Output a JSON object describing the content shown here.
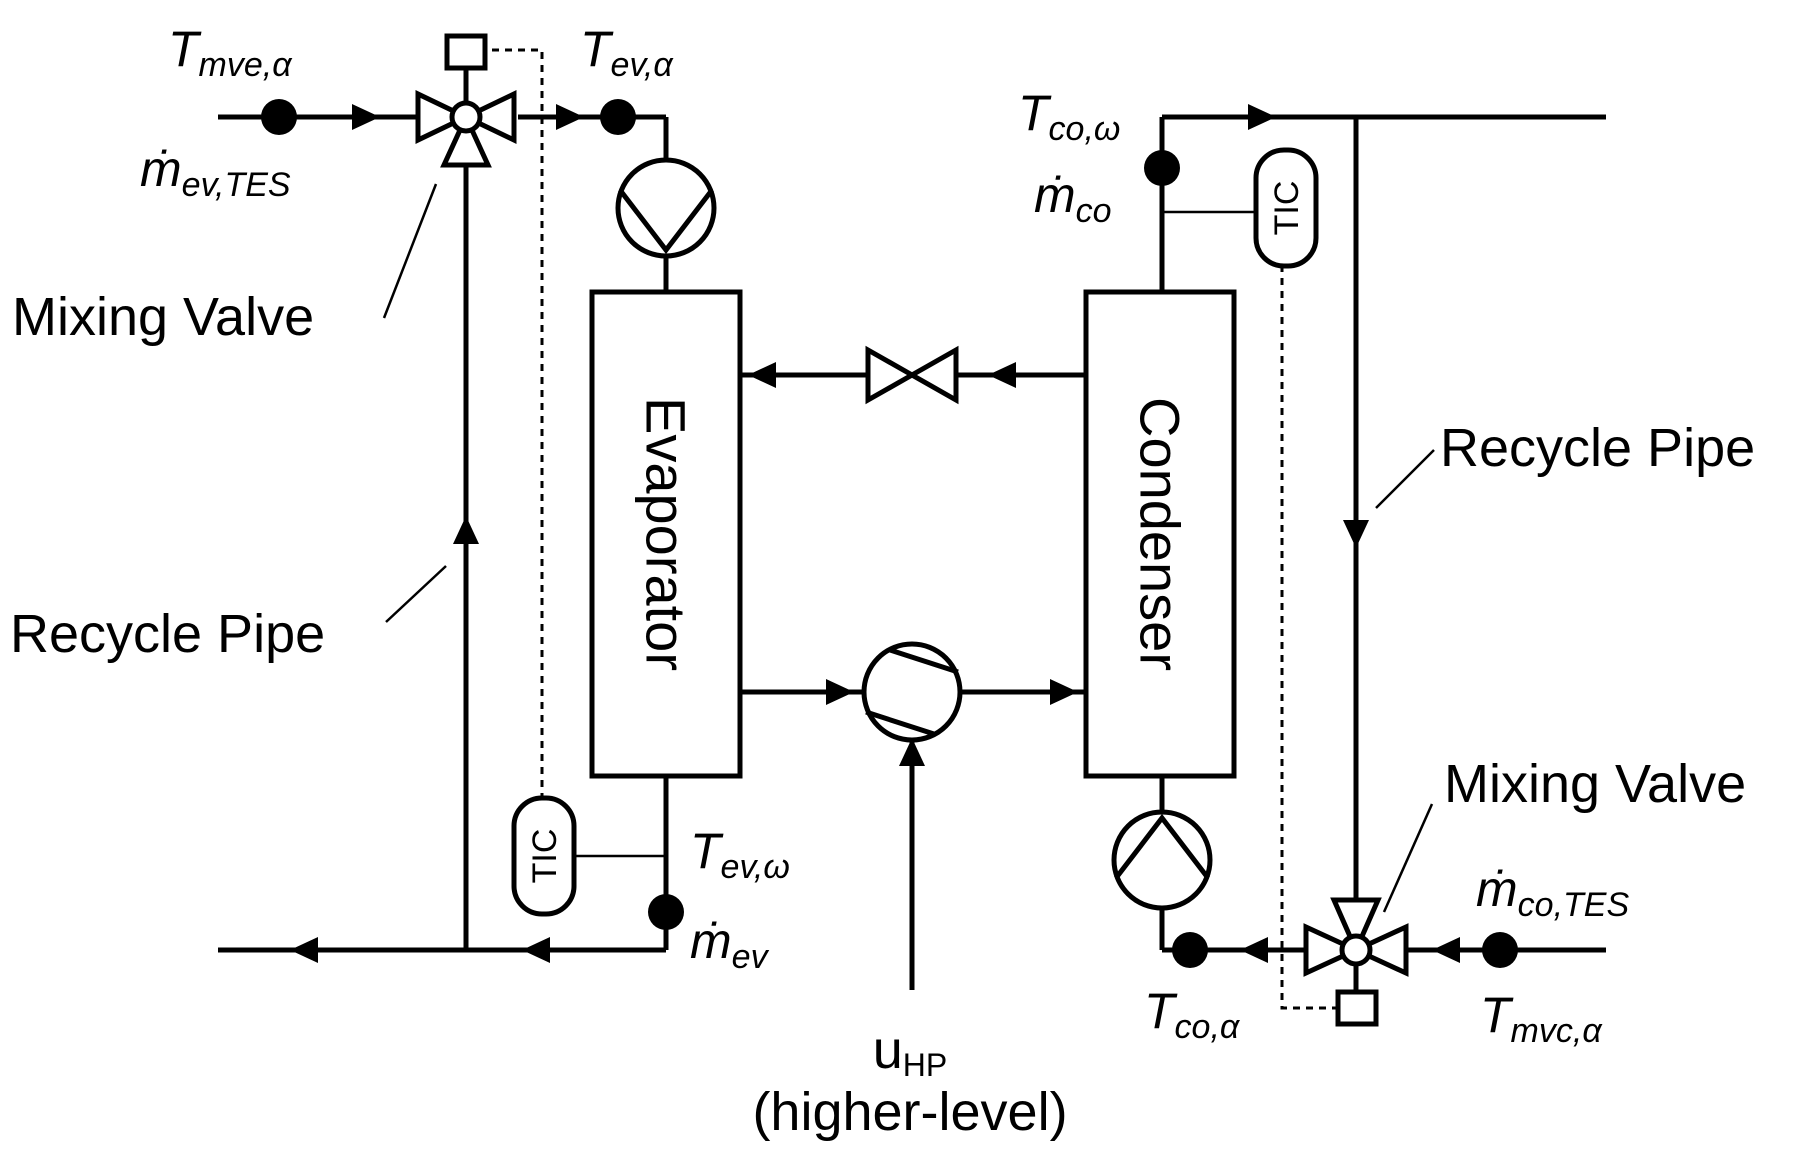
{
  "blocks": {
    "evaporator": "Evaporator",
    "condenser": "Condenser"
  },
  "controllers": {
    "left_tic": "TIC",
    "right_tic": "TIC"
  },
  "labels": {
    "mixing_valve_left": "Mixing Valve",
    "mixing_valve_right": "Mixing Valve",
    "recycle_pipe_left": "Recycle Pipe",
    "recycle_pipe_right": "Recycle Pipe",
    "control_input": "u",
    "control_input_sub": "HP",
    "control_input_note": "(higher-level)"
  },
  "variables": {
    "t_mve_alpha": {
      "base": "T",
      "sub": "mve,α"
    },
    "m_ev_tes": {
      "base": "ṁ",
      "sub": "ev,TES"
    },
    "t_ev_alpha": {
      "base": "T",
      "sub": "ev,α"
    },
    "t_co_omega": {
      "base": "T",
      "sub": "co,ω"
    },
    "m_co": {
      "base": "ṁ",
      "sub": "co"
    },
    "t_ev_omega": {
      "base": "T",
      "sub": "ev,ω"
    },
    "m_ev": {
      "base": "ṁ",
      "sub": "ev"
    },
    "t_co_alpha": {
      "base": "T",
      "sub": "co,α"
    },
    "m_co_tes": {
      "base": "ṁ",
      "sub": "co,TES"
    },
    "t_mvc_alpha": {
      "base": "T",
      "sub": "mvc,α"
    }
  }
}
